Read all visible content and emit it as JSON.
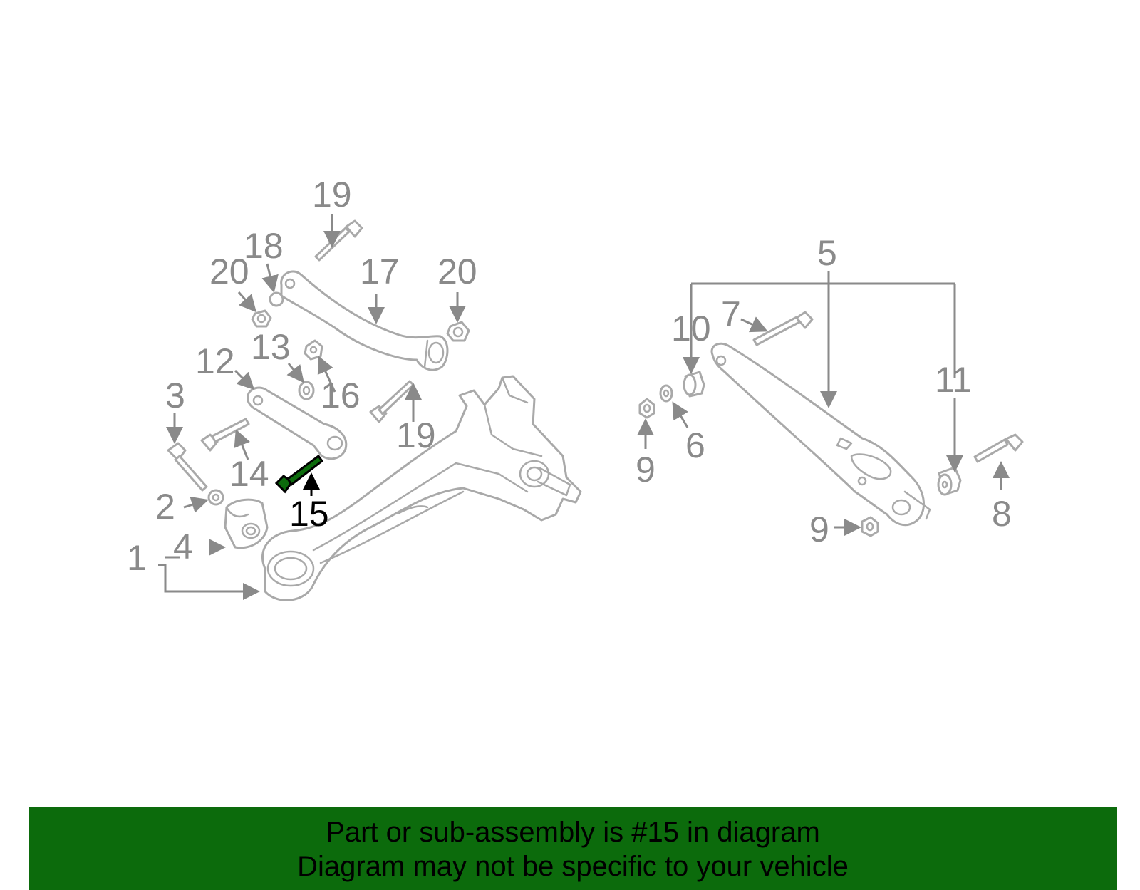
{
  "diagram": {
    "highlight_color": "#0c6b0c",
    "part_color": "#a9a9a9",
    "highlighted_part": "15",
    "callouts": [
      {
        "id": "c1",
        "label": "1"
      },
      {
        "id": "c2",
        "label": "2"
      },
      {
        "id": "c3",
        "label": "3"
      },
      {
        "id": "c4",
        "label": "4"
      },
      {
        "id": "c5",
        "label": "5"
      },
      {
        "id": "c6",
        "label": "6"
      },
      {
        "id": "c7",
        "label": "7"
      },
      {
        "id": "c8",
        "label": "8"
      },
      {
        "id": "c9a",
        "label": "9"
      },
      {
        "id": "c9b",
        "label": "9"
      },
      {
        "id": "c10",
        "label": "10"
      },
      {
        "id": "c11",
        "label": "11"
      },
      {
        "id": "c12",
        "label": "12"
      },
      {
        "id": "c13",
        "label": "13"
      },
      {
        "id": "c14",
        "label": "14"
      },
      {
        "id": "c15",
        "label": "15"
      },
      {
        "id": "c16",
        "label": "16"
      },
      {
        "id": "c17",
        "label": "17"
      },
      {
        "id": "c18",
        "label": "18"
      },
      {
        "id": "c19a",
        "label": "19"
      },
      {
        "id": "c19b",
        "label": "19"
      },
      {
        "id": "c20a",
        "label": "20"
      },
      {
        "id": "c20b",
        "label": "20"
      }
    ]
  },
  "banner": {
    "line1": "Part or sub-assembly is #15 in diagram",
    "line2": "Diagram may not be specific to your vehicle",
    "background": "#0c6b0c"
  }
}
